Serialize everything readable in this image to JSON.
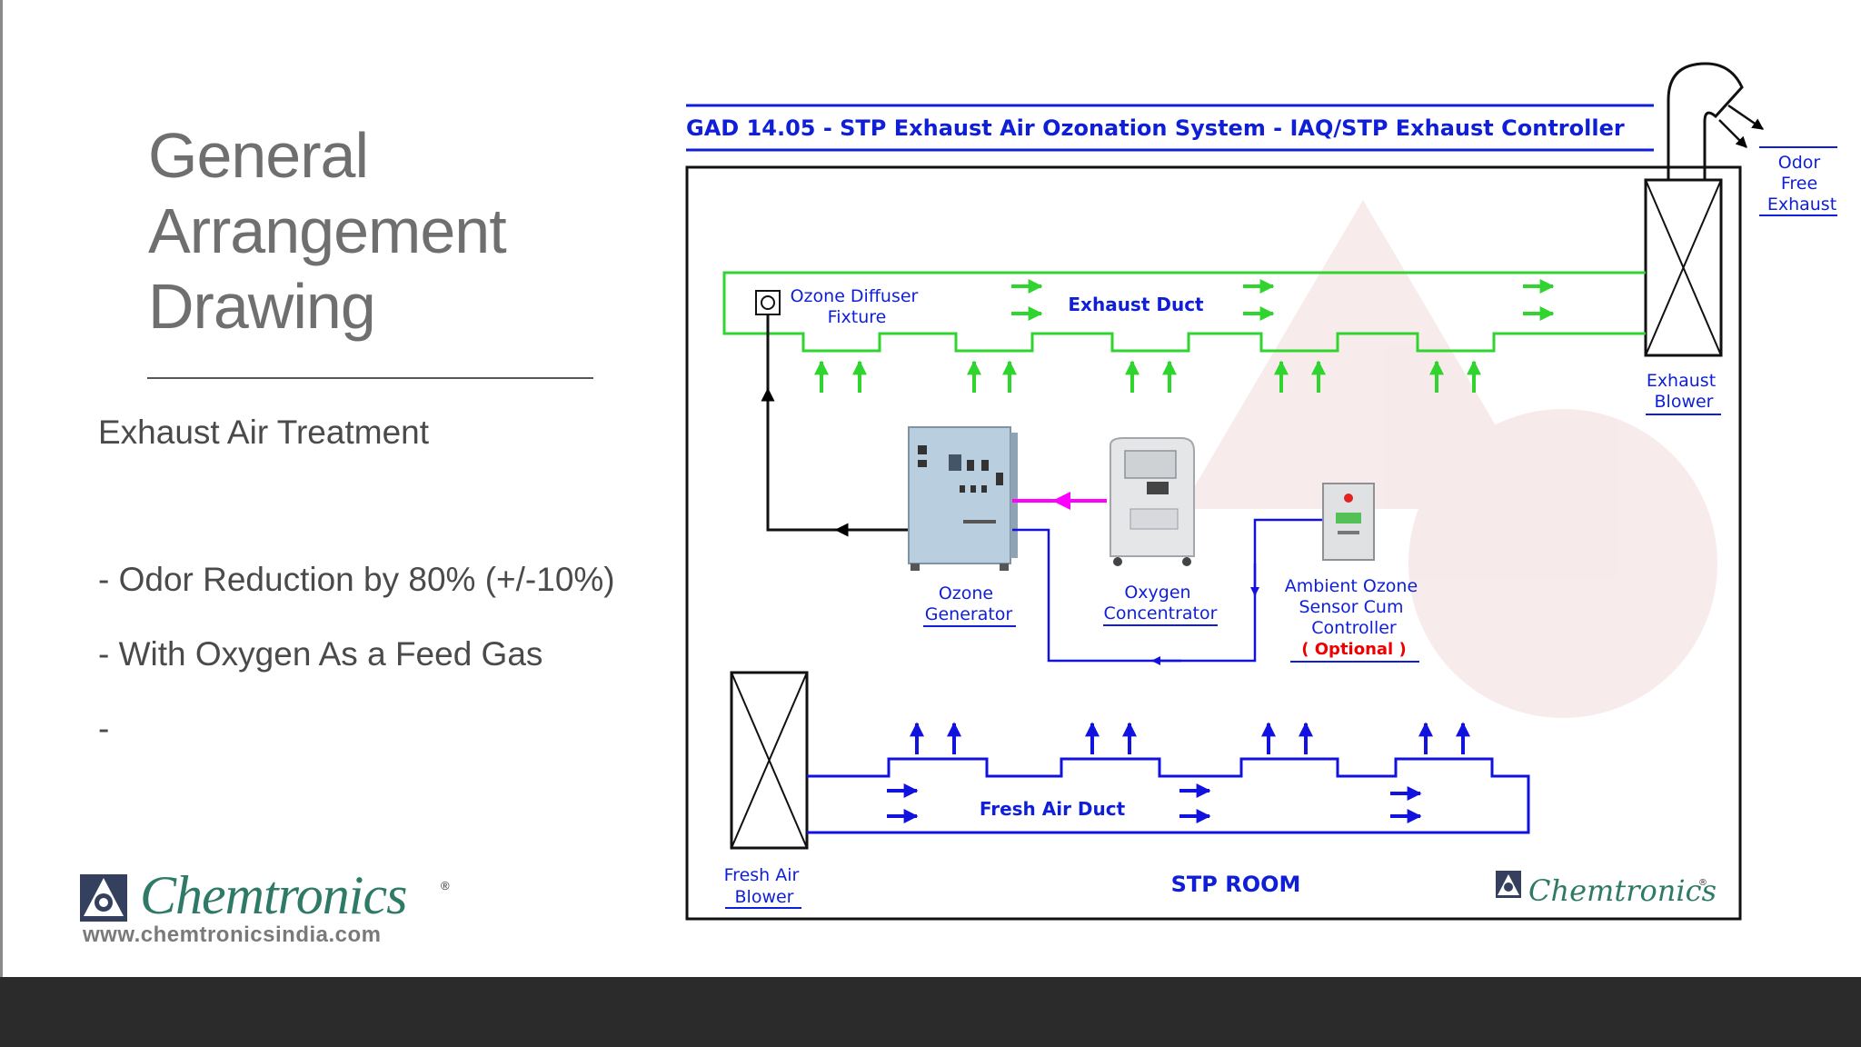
{
  "slide": {
    "title_lines": [
      "General",
      "Arrangement",
      "Drawing"
    ],
    "heading": "Exhaust Air Treatment",
    "bullets": [
      "- Odor Reduction by 80% (+/-10%)",
      "- With Oxygen As a Feed Gas",
      "-"
    ]
  },
  "logo": {
    "name": "Chemtronics",
    "registered": "®",
    "url": "www.chemtronicsindia.com"
  },
  "diagram": {
    "title": "GAD 14.05 - STP Exhaust Air Ozonation System - IAQ/STP Exhaust Controller",
    "exhaust_duct": "Exhaust Duct",
    "fresh_air_duct": "Fresh Air Duct",
    "room": "STP ROOM",
    "ozone_diffuser": [
      "Ozone Diffuser",
      "Fixture"
    ],
    "odor_free_exhaust": [
      "Odor",
      "Free",
      "Exhaust"
    ],
    "exhaust_blower": [
      "Exhaust",
      "Blower"
    ],
    "ozone_generator": [
      "Ozone",
      "Generator"
    ],
    "oxygen_concentrator": [
      "Oxygen",
      "Concentrator"
    ],
    "ambient_sensor": [
      "Ambient Ozone",
      "Sensor Cum",
      "Controller"
    ],
    "optional": "( Optional )",
    "fresh_air_blower": [
      "Fresh Air",
      "Blower"
    ],
    "brand": "Chemtronics",
    "brand_reg": "®"
  },
  "colors": {
    "title_blue": "#0f1fd8",
    "exhaust_green": "#2fd42f",
    "fresh_blue": "#1212e0",
    "oxygen_magenta": "#ff00ff",
    "optional_red": "#ee0000",
    "brand_teal": "#2f7a67"
  }
}
